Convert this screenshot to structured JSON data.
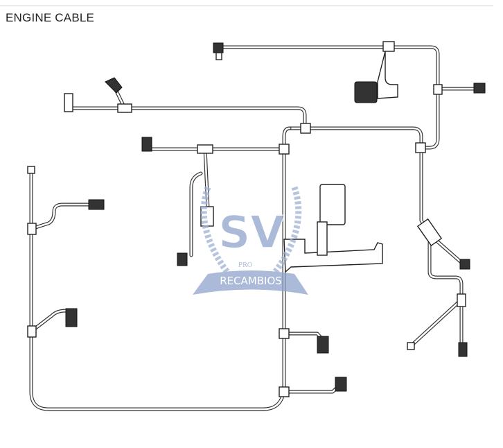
{
  "header": {
    "title": "ENGINE CABLE"
  },
  "watermark": {
    "monogram": "SV",
    "small": "PRO",
    "banner": "RECAMBIOS",
    "color": "#8fa3cc"
  }
}
